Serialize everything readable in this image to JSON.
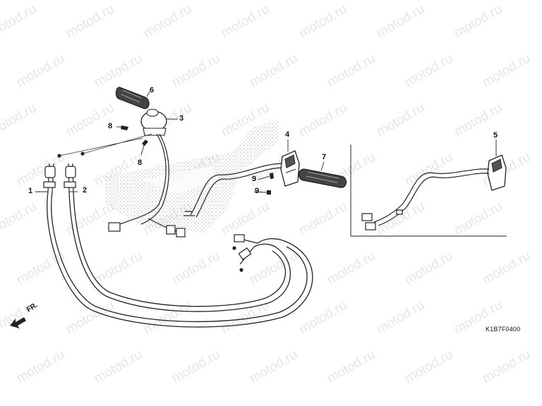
{
  "watermark": "motod.ru",
  "diagram_code": "K1B7F0400",
  "front_label": "FR.",
  "callouts": [
    "1",
    "2",
    "3",
    "4",
    "5",
    "6",
    "7",
    "8",
    "8",
    "9",
    "9"
  ],
  "colors": {
    "line": "#222222",
    "stipple": "#9a9a9a",
    "watermark": "#e6e6e6"
  }
}
